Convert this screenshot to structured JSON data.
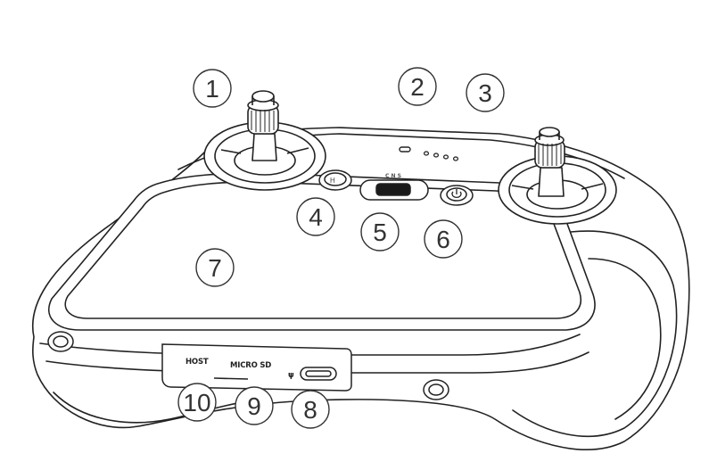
{
  "callouts": [
    {
      "number": "1",
      "part": "control-stick"
    },
    {
      "number": "2",
      "part": "status-led"
    },
    {
      "number": "3",
      "part": "battery-level-leds"
    },
    {
      "number": "4",
      "part": "rth-button"
    },
    {
      "number": "5",
      "part": "flight-mode-switch"
    },
    {
      "number": "6",
      "part": "power-button"
    },
    {
      "number": "7",
      "part": "touchscreen"
    },
    {
      "number": "8",
      "part": "usb-c-port"
    },
    {
      "number": "9",
      "part": "microsd-slot"
    },
    {
      "number": "10",
      "part": "host-port"
    }
  ],
  "port_labels": {
    "host": "HOST",
    "microsd": "MICRO SD",
    "usb_symbol": "ψ"
  },
  "switch_labels": {
    "top": "C N S"
  },
  "colors": {
    "outline": "#222222",
    "callout": "#333333",
    "fill": "#ffffff"
  }
}
